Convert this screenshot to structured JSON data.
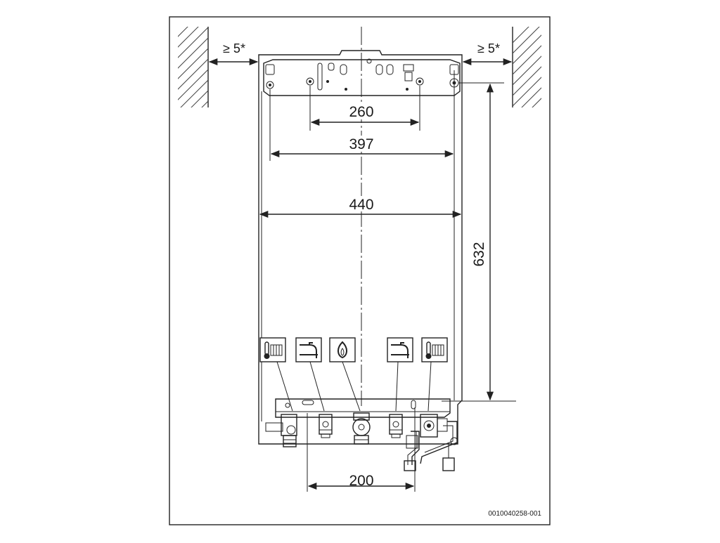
{
  "dimensions": {
    "clearance_left": "≥ 5*",
    "clearance_right": "≥ 5*",
    "bracket_holes_inner": "260",
    "bracket_holes_outer": "397",
    "appliance_width": "440",
    "hanging_to_connections": "632",
    "connection_spacing": "200"
  },
  "connection_icons": [
    {
      "name": "heating-flow-icon"
    },
    {
      "name": "hot-water-outlet-icon"
    },
    {
      "name": "gas-connection-icon"
    },
    {
      "name": "cold-water-inlet-icon"
    },
    {
      "name": "heating-return-icon"
    }
  ],
  "figure_reference": "0010040258-001"
}
